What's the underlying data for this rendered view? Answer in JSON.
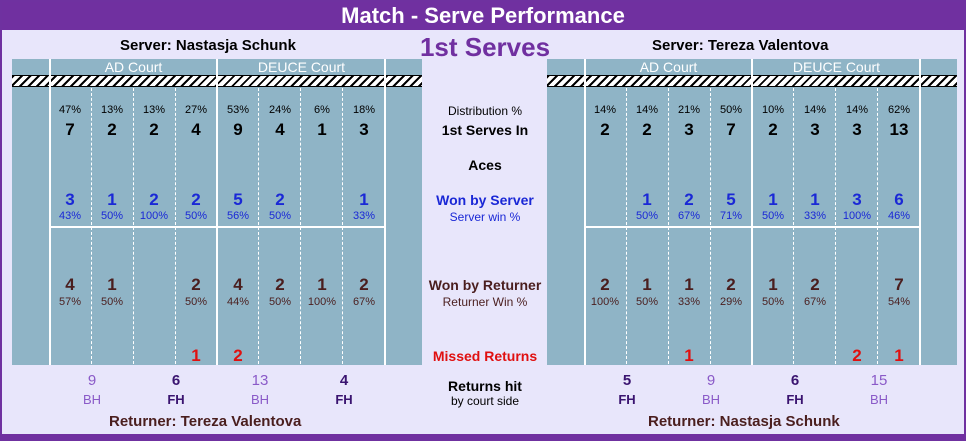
{
  "title": "Match - Serve Performance",
  "subtitle": "1st Serves",
  "left": {
    "server": "Server: Nastasja Schunk",
    "returner": "Returner: Tereza Valentova",
    "ad_label": "AD Court",
    "deuce_label": "DEUCE Court",
    "columns": [
      {
        "pct": "47%",
        "num": "7",
        "won": "3",
        "won_pct": "43%",
        "ret": "4",
        "ret_pct": "57%",
        "miss": ""
      },
      {
        "pct": "13%",
        "num": "2",
        "won": "1",
        "won_pct": "50%",
        "ret": "1",
        "ret_pct": "50%",
        "miss": ""
      },
      {
        "pct": "13%",
        "num": "2",
        "won": "2",
        "won_pct": "100%",
        "ret": "",
        "ret_pct": "",
        "miss": ""
      },
      {
        "pct": "27%",
        "num": "4",
        "won": "2",
        "won_pct": "50%",
        "ret": "2",
        "ret_pct": "50%",
        "miss": "1"
      },
      {
        "pct": "53%",
        "num": "9",
        "won": "5",
        "won_pct": "56%",
        "ret": "4",
        "ret_pct": "44%",
        "miss": "2"
      },
      {
        "pct": "24%",
        "num": "4",
        "won": "2",
        "won_pct": "50%",
        "ret": "2",
        "ret_pct": "50%",
        "miss": ""
      },
      {
        "pct": "6%",
        "num": "1",
        "won": "",
        "won_pct": "",
        "ret": "1",
        "ret_pct": "100%",
        "miss": ""
      },
      {
        "pct": "18%",
        "num": "3",
        "won": "1",
        "won_pct": "33%",
        "ret": "2",
        "ret_pct": "67%",
        "miss": ""
      }
    ],
    "returns": [
      {
        "n": "9",
        "l": "BH",
        "kind": "bh"
      },
      {
        "n": "6",
        "l": "FH",
        "kind": "fh"
      },
      {
        "n": "13",
        "l": "BH",
        "kind": "bh"
      },
      {
        "n": "4",
        "l": "FH",
        "kind": "fh"
      }
    ]
  },
  "right": {
    "server": "Server: Tereza Valentova",
    "returner": "Returner: Nastasja Schunk",
    "ad_label": "AD Court",
    "deuce_label": "DEUCE Court",
    "columns": [
      {
        "pct": "14%",
        "num": "2",
        "won": "",
        "won_pct": "",
        "ret": "2",
        "ret_pct": "100%",
        "miss": ""
      },
      {
        "pct": "14%",
        "num": "2",
        "won": "1",
        "won_pct": "50%",
        "ret": "1",
        "ret_pct": "50%",
        "miss": ""
      },
      {
        "pct": "21%",
        "num": "3",
        "won": "2",
        "won_pct": "67%",
        "ret": "1",
        "ret_pct": "33%",
        "miss": "1"
      },
      {
        "pct": "50%",
        "num": "7",
        "won": "5",
        "won_pct": "71%",
        "ret": "2",
        "ret_pct": "29%",
        "miss": ""
      },
      {
        "pct": "10%",
        "num": "2",
        "won": "1",
        "won_pct": "50%",
        "ret": "1",
        "ret_pct": "50%",
        "miss": ""
      },
      {
        "pct": "14%",
        "num": "3",
        "won": "1",
        "won_pct": "33%",
        "ret": "2",
        "ret_pct": "67%",
        "miss": ""
      },
      {
        "pct": "14%",
        "num": "3",
        "won": "3",
        "won_pct": "100%",
        "ret": "",
        "ret_pct": "",
        "miss": "2"
      },
      {
        "pct": "62%",
        "num": "13",
        "won": "6",
        "won_pct": "46%",
        "ret": "7",
        "ret_pct": "54%",
        "miss": "1"
      }
    ],
    "returns": [
      {
        "n": "5",
        "l": "FH",
        "kind": "fh"
      },
      {
        "n": "9",
        "l": "BH",
        "kind": "bh"
      },
      {
        "n": "6",
        "l": "FH",
        "kind": "fh"
      },
      {
        "n": "15",
        "l": "BH",
        "kind": "bh"
      }
    ]
  },
  "middle": {
    "distribution": "Distribution %",
    "first_in": "1st Serves In",
    "aces": "Aces",
    "won_by_server": "Won by Server",
    "server_win": "Server win %",
    "won_by_returner": "Won by Returner",
    "returner_win": "Returner Win %",
    "missed_returns": "Missed Returns",
    "returns_hit": "Returns hit",
    "by_court_side": "by court side"
  },
  "colors": {
    "brand": "#7030a0",
    "court": "#8fb4c6",
    "server": "#1a28d6",
    "returner": "#4a1e1e",
    "missed": "#e01010"
  }
}
